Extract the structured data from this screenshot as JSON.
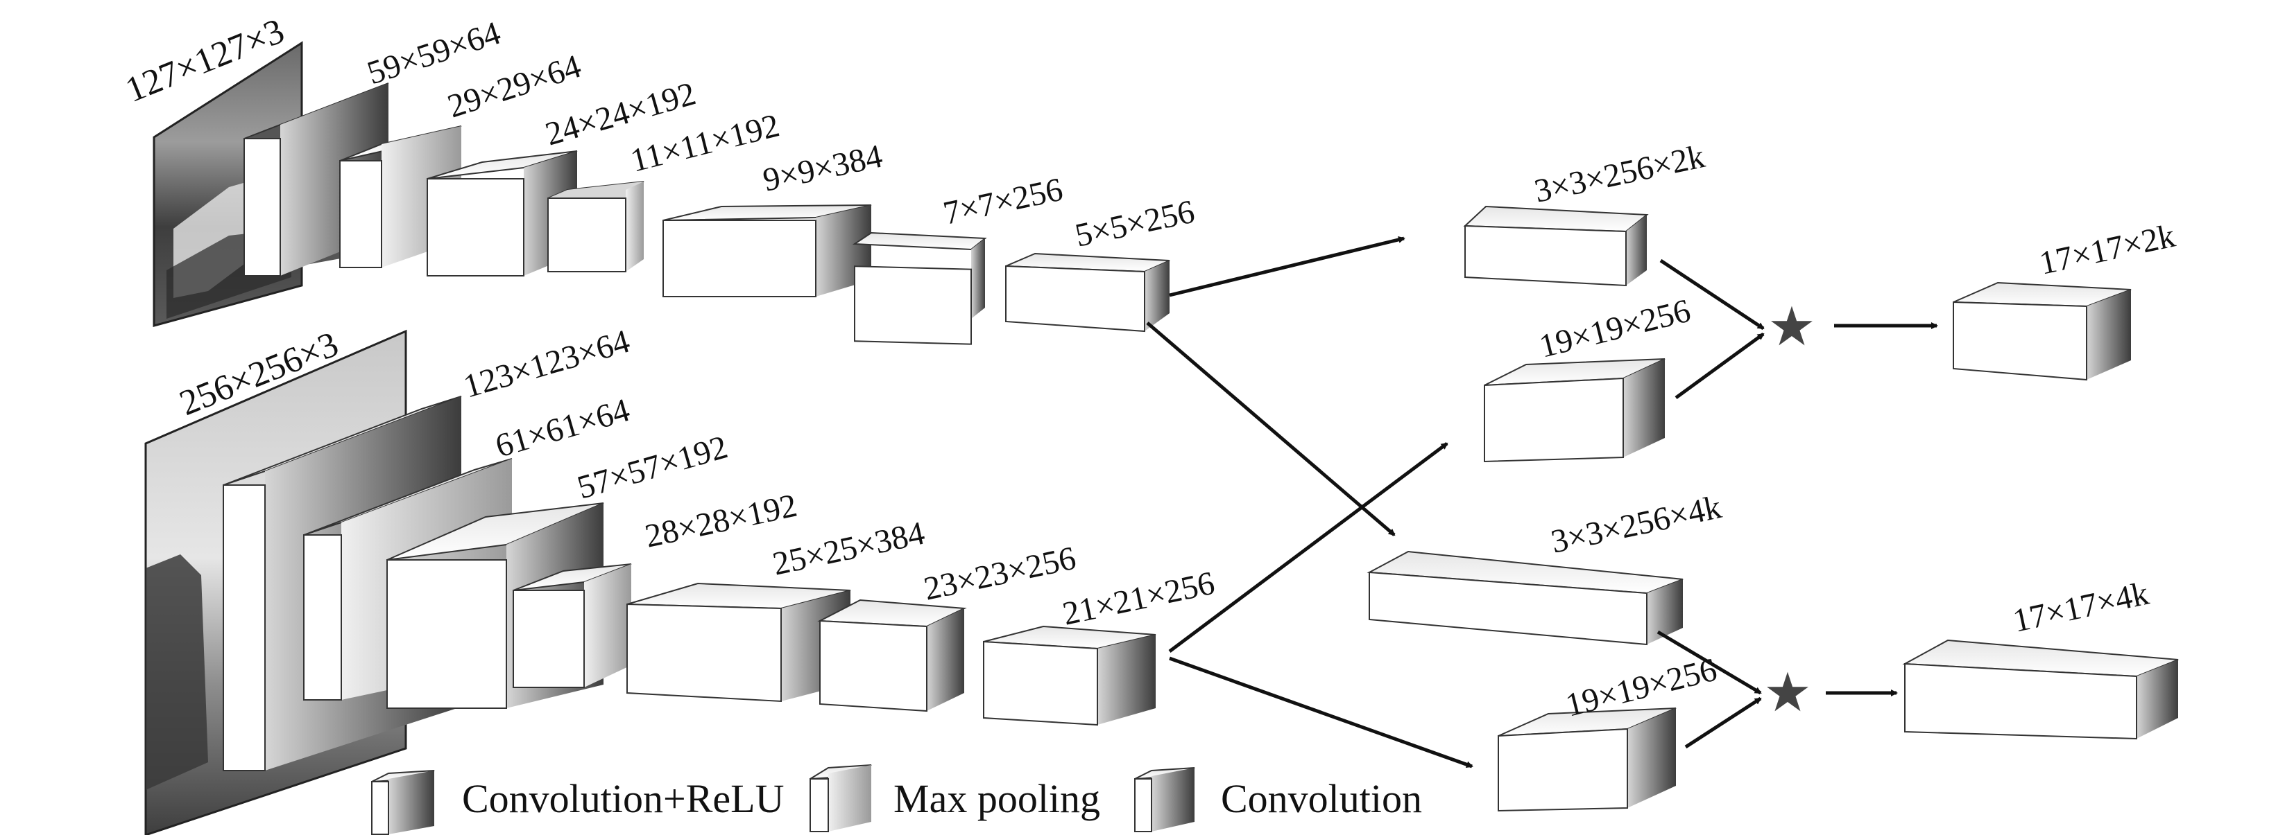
{
  "template_branch": {
    "input_label": "127×127×3",
    "layers": [
      {
        "label": "59×59×64",
        "kind": "conv_relu"
      },
      {
        "label": "29×29×64",
        "kind": "max_pooling"
      },
      {
        "label": "24×24×192",
        "kind": "conv_relu"
      },
      {
        "label": "11×11×192",
        "kind": "max_pooling"
      },
      {
        "label": "9×9×384",
        "kind": "conv_relu"
      },
      {
        "label": "7×7×256",
        "kind": "conv_relu"
      },
      {
        "label": "5×5×256",
        "kind": "conv_relu"
      }
    ]
  },
  "search_branch": {
    "input_label": "256×256×3",
    "layers": [
      {
        "label": "123×123×64",
        "kind": "conv_relu"
      },
      {
        "label": "61×61×64",
        "kind": "max_pooling"
      },
      {
        "label": "57×57×192",
        "kind": "conv_relu"
      },
      {
        "label": "28×28×192",
        "kind": "max_pooling"
      },
      {
        "label": "25×25×384",
        "kind": "conv_relu"
      },
      {
        "label": "23×23×256",
        "kind": "conv_relu"
      },
      {
        "label": "21×21×256",
        "kind": "conv_relu"
      }
    ]
  },
  "rpn_cls": {
    "template_feature": "3×3×256×2k",
    "search_feature": "19×19×256",
    "output": "17×17×2k"
  },
  "rpn_reg": {
    "template_feature": "3×3×256×4k",
    "search_feature": "19×19×256",
    "output": "17×17×4k"
  },
  "correlation_symbol": "★",
  "legend": {
    "conv_relu": "Convolution+ReLU",
    "max_pooling": "Max pooling",
    "convolution": "Convolution"
  },
  "colors": {
    "face": "#ffffff",
    "edge": "#333333",
    "shade_dark": "#4a4a4a",
    "shade_mid": "#8a8a8a",
    "shade_light": "#d0d0d0"
  }
}
